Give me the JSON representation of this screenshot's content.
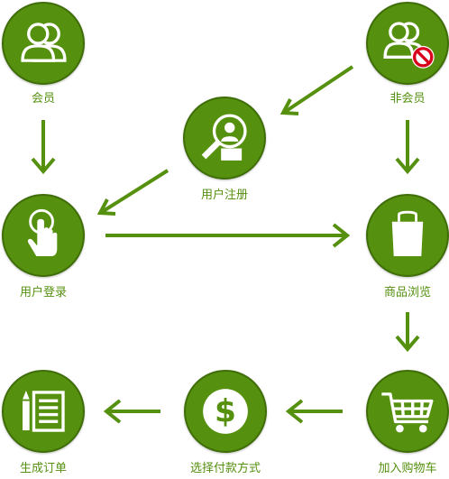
{
  "colors": {
    "primary": "#55900f",
    "icon": "#ffffff",
    "forbidden": "#d9001b"
  },
  "nodes": {
    "member": {
      "label": "会员",
      "icon": "user-icon"
    },
    "non_member": {
      "label": "非会员",
      "icon": "user-forbidden-icon"
    },
    "register": {
      "label": "用户注册",
      "icon": "magnifier-user-icon"
    },
    "login": {
      "label": "用户登录",
      "icon": "hand-tap-icon"
    },
    "browse": {
      "label": "商品浏览",
      "icon": "shopping-bag-icon"
    },
    "cart": {
      "label": "加入购物车",
      "icon": "cart-icon"
    },
    "payment": {
      "label": "选择付款方式",
      "icon": "dollar-icon"
    },
    "order": {
      "label": "生成订单",
      "icon": "order-document-icon"
    }
  }
}
